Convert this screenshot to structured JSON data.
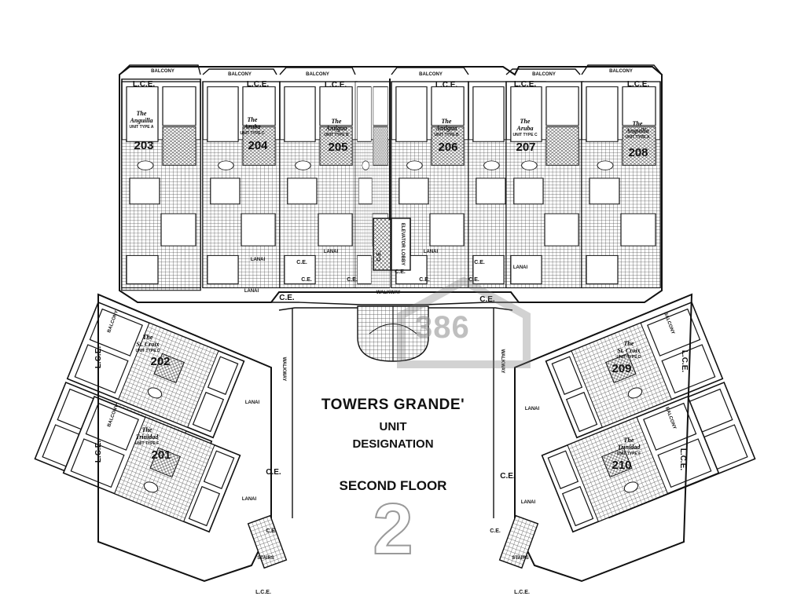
{
  "plan": {
    "title": "TOWERS GRANDE'",
    "subtitle_1": "UNIT",
    "subtitle_2": "DESIGNATION",
    "floor_label": "SECOND FLOOR",
    "floor_number": "2",
    "watermark_text": "386"
  },
  "labels": {
    "balcony": "BALCONY",
    "lce": "L.C.E.",
    "ce": "C.E.",
    "lanai": "LANAI",
    "walkway": "WALKWAY",
    "stairs": "STAIRS",
    "elevator_lobby": "ELEVATOR LOBBY"
  },
  "units": [
    {
      "number": "203",
      "name_1": "The",
      "name_2": "Anguilla",
      "type": "UNIT TYPE A"
    },
    {
      "number": "204",
      "name_1": "The",
      "name_2": "Aruba",
      "type": "UNIT TYPE C"
    },
    {
      "number": "205",
      "name_1": "The",
      "name_2": "Antigua",
      "type": "UNIT TYPE B"
    },
    {
      "number": "206",
      "name_1": "The",
      "name_2": "Antigua",
      "type": "UNIT TYPE B"
    },
    {
      "number": "207",
      "name_1": "The",
      "name_2": "Aruba",
      "type": "UNIT TYPE C"
    },
    {
      "number": "208",
      "name_1": "The",
      "name_2": "Anguilla",
      "type": "UNIT TYPE A"
    },
    {
      "number": "202",
      "name_1": "The",
      "name_2": "St. Croix",
      "type": "UNIT TYPE D"
    },
    {
      "number": "201",
      "name_1": "The",
      "name_2": "Trinidad",
      "type": "UNIT TYPE F"
    },
    {
      "number": "209",
      "name_1": "The",
      "name_2": "St. Croix",
      "type": "UNIT TYPE D"
    },
    {
      "number": "210",
      "name_1": "The",
      "name_2": "Trinidad",
      "type": "UNIT TYPE F"
    }
  ]
}
